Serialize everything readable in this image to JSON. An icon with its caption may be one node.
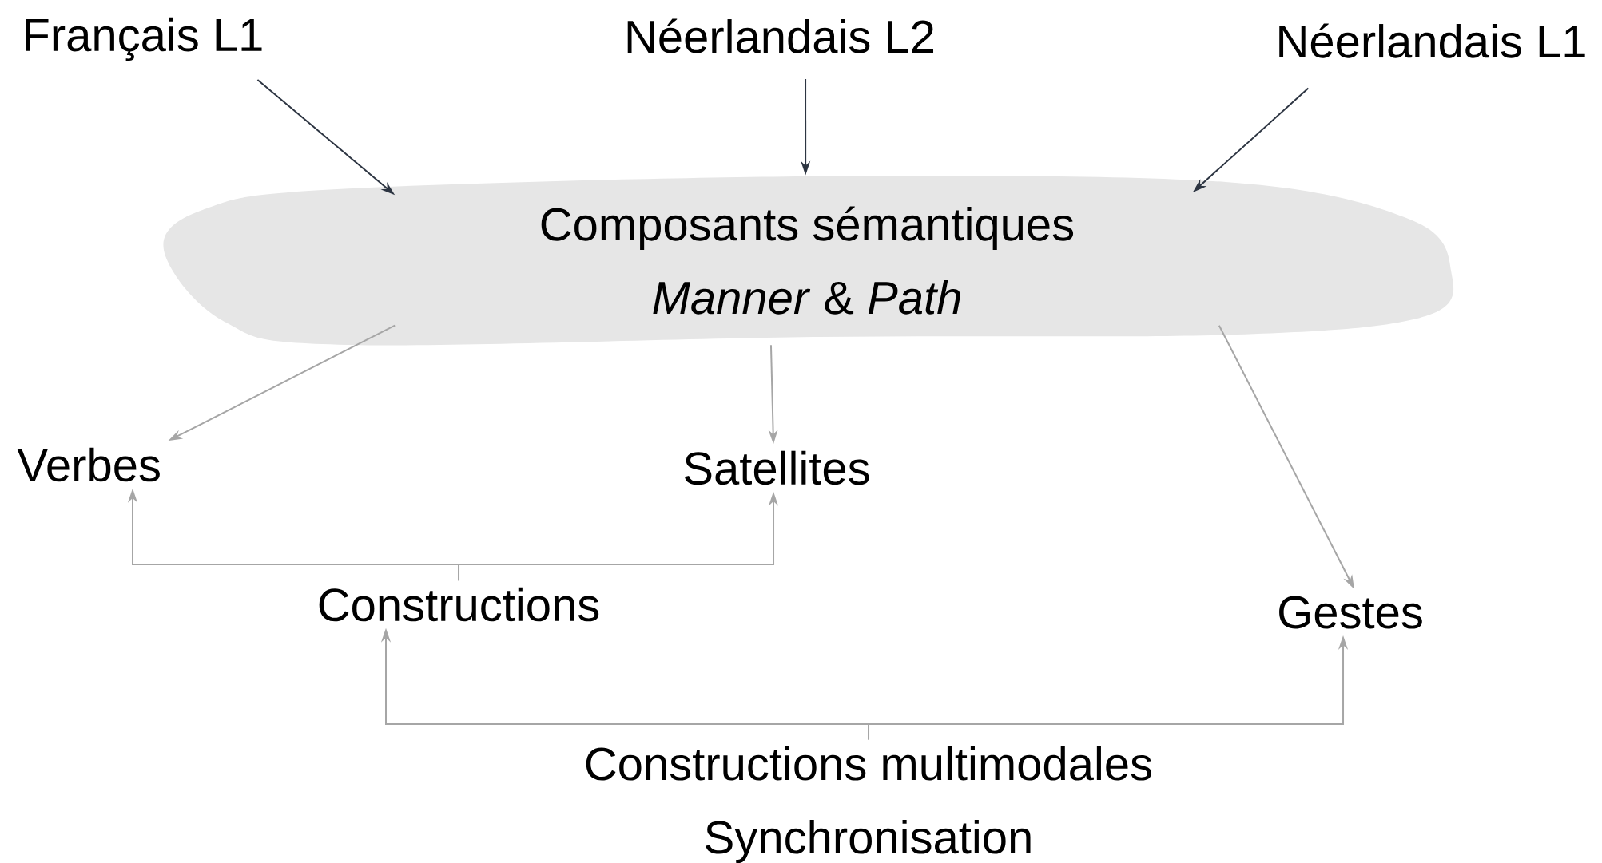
{
  "diagram": {
    "nodes": [
      {
        "text": [
          "Français L1"
        ]
      },
      {
        "text": [
          "Néerlandais L2"
        ]
      },
      {
        "text": [
          "Néerlandais L1"
        ]
      },
      {
        "text": [
          "Composants sémantiques",
          "*Manner* & *Path*"
        ]
      },
      {
        "text": [
          "Verbes"
        ]
      },
      {
        "text": [
          "Satellites"
        ]
      },
      {
        "text": [
          "Constructions"
        ]
      },
      {
        "text": [
          "Gestes"
        ]
      },
      {
        "text": [
          "Constructions multimodales",
          "Synchronisation"
        ]
      }
    ],
    "edges": [
      {
        "from": 0,
        "to": 3,
        "arrow": "to",
        "color": "#2d3542"
      },
      {
        "from": 1,
        "to": 3,
        "arrow": "to",
        "color": "#2d3542"
      },
      {
        "from": 2,
        "to": 3,
        "arrow": "to",
        "color": "#2d3542"
      },
      {
        "from": 3,
        "to": 4,
        "arrow": "to"
      },
      {
        "from": 3,
        "to": 5,
        "arrow": "to"
      },
      {
        "from": 3,
        "to": 7,
        "arrow": "to"
      },
      {
        "from": 6,
        "to": 4,
        "arrow": "to"
      },
      {
        "from": 6,
        "to": 5,
        "arrow": "to"
      },
      {
        "from": 8,
        "to": 6,
        "arrow": "to"
      },
      {
        "from": 8,
        "to": 7,
        "arrow": "to"
      }
    ]
  }
}
